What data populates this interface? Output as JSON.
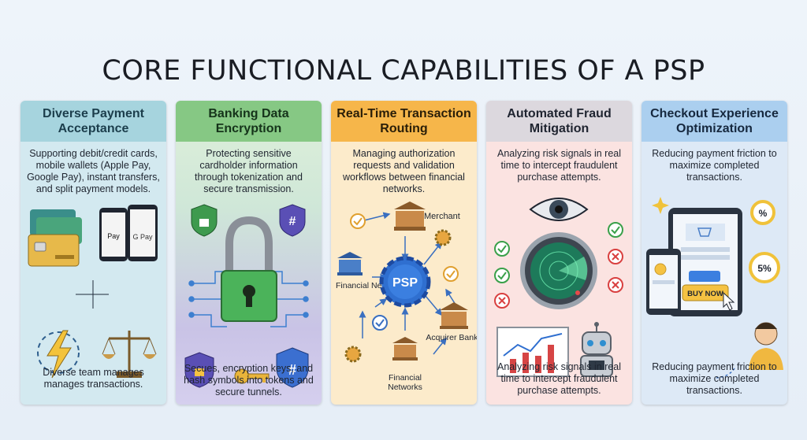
{
  "title": "CORE FUNCTIONAL CAPABILITIES OF A PSP",
  "cards": [
    {
      "heading": "Diverse Payment Acceptance",
      "description": "Supporting debit/credit cards, mobile wallets (Apple Pay, Google Pay), instant transfers, and split payment models.",
      "footer": "Diverse team manages manages transactions.",
      "phone_labels": [
        "Pay",
        "G Pay"
      ]
    },
    {
      "heading": "Banking Data Encryption",
      "description": "Protecting sensitive cardholder information through tokenization and secure transmission.",
      "footer": "Secues, encryption keys, and hash symbols into tokens and secure tunnels."
    },
    {
      "heading": "Real-Time Transaction Routing",
      "description": "Managing authorization requests and validation workflows between financial networks.",
      "nodes": {
        "center": "PSP",
        "merchant": "Merchant",
        "financial_left": "Financial Networks",
        "financial_bottom": "Financial Networks",
        "acquirer": "Acquirer Banks"
      }
    },
    {
      "heading": "Automated Fraud Mitigation",
      "description": "Analyzing risk signals in real time to intercept fraudulent purchase attempts.",
      "footer": "Analyzing risk signals in real time to intercept fraudulent purchase attempts."
    },
    {
      "heading": "Checkout Experience Optimization",
      "description": "Reducing payment friction to maximize completed transactions.",
      "footer": "Reducing payment friction to maximize completed transactions.",
      "badges": [
        "%",
        "5%"
      ],
      "cta": "BUY NOW"
    }
  ],
  "colors": {
    "card1": "#cfe6ef",
    "card1_head": "#9fd0dc",
    "card2": "#d8ecd2",
    "card2_head": "#7fc57b",
    "card3": "#fbe9c8",
    "card3_head": "#f5b548",
    "card4": "#fbe1df",
    "card4_head": "#ddd9df",
    "card5": "#dbe9f6",
    "card5_head": "#a9cdf0"
  }
}
